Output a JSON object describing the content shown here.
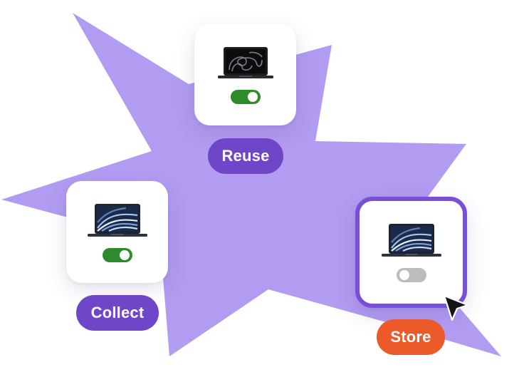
{
  "colors": {
    "burst": "#b29cf2",
    "label_purple": "#7046c9",
    "label_orange": "#ec5a2a",
    "toggle_on": "#2e8b2b",
    "toggle_off": "#bcbcbc",
    "selected_border": "#7a4fd8"
  },
  "cards": [
    {
      "id": "reuse",
      "label": "Reuse",
      "toggle_state": "on",
      "laptop_icon": "laptop-icon"
    },
    {
      "id": "collect",
      "label": "Collect",
      "toggle_state": "on",
      "laptop_icon": "laptop-icon"
    },
    {
      "id": "store",
      "label": "Store",
      "toggle_state": "off",
      "laptop_icon": "laptop-icon",
      "selected": true
    }
  ],
  "cursor_icon": "mouse-pointer-icon"
}
